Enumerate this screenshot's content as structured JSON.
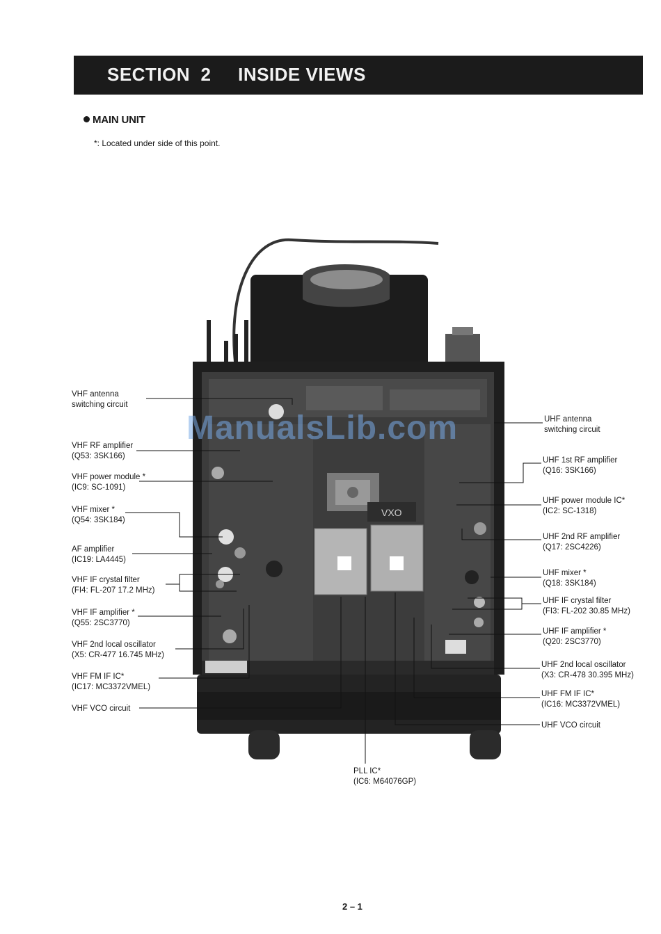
{
  "header": {
    "title": "SECTION  2     INSIDE VIEWS"
  },
  "section": {
    "heading": "MAIN UNIT",
    "note": "*: Located under side of this point."
  },
  "watermark": "ManualsLib.com",
  "board": {
    "vxo_label": "VXO"
  },
  "left_labels": [
    {
      "line1": "VHF antenna",
      "line2": "switching circuit"
    },
    {
      "line1": "VHF RF amplifier",
      "line2": "(Q53: 3SK166)"
    },
    {
      "line1": "VHF power module *",
      "line2": "(IC9: SC-1091)"
    },
    {
      "line1": "VHF mixer *",
      "line2": "(Q54: 3SK184)"
    },
    {
      "line1": "AF amplifier",
      "line2": "(IC19: LA4445)"
    },
    {
      "line1": "VHF IF crystal filter",
      "line2": "(FI4: FL-207 17.2 MHz)"
    },
    {
      "line1": "VHF IF amplifier *",
      "line2": "(Q55: 2SC3770)"
    },
    {
      "line1": "VHF 2nd local oscillator",
      "line2": "(X5: CR-477 16.745 MHz)"
    },
    {
      "line1": "VHF FM IF IC*",
      "line2": "(IC17: MC3372VMEL)"
    },
    {
      "line1": "VHF VCO circuit",
      "line2": ""
    }
  ],
  "right_labels": [
    {
      "line1": "UHF antenna",
      "line2": "switching circuit"
    },
    {
      "line1": "UHF 1st RF amplifier",
      "line2": "(Q16: 3SK166)"
    },
    {
      "line1": "UHF power module IC*",
      "line2": "(IC2: SC-1318)"
    },
    {
      "line1": "UHF 2nd RF amplifier",
      "line2": "(Q17: 2SC4226)"
    },
    {
      "line1": "UHF mixer *",
      "line2": "(Q18: 3SK184)"
    },
    {
      "line1": "UHF IF crystal filter",
      "line2": "(FI3: FL-202 30.85 MHz)"
    },
    {
      "line1": "UHF IF amplifier *",
      "line2": "(Q20: 2SC3770)"
    },
    {
      "line1": "UHF 2nd local oscillator",
      "line2": "(X3: CR-478 30.395 MHz)"
    },
    {
      "line1": "UHF FM IF IC*",
      "line2": "(IC16: MC3372VMEL)"
    },
    {
      "line1": "UHF VCO circuit",
      "line2": ""
    }
  ],
  "bottom_label": {
    "line1": "PLL IC*",
    "line2": "(IC6: M64076GP)"
  },
  "page_number": "2 – 1"
}
